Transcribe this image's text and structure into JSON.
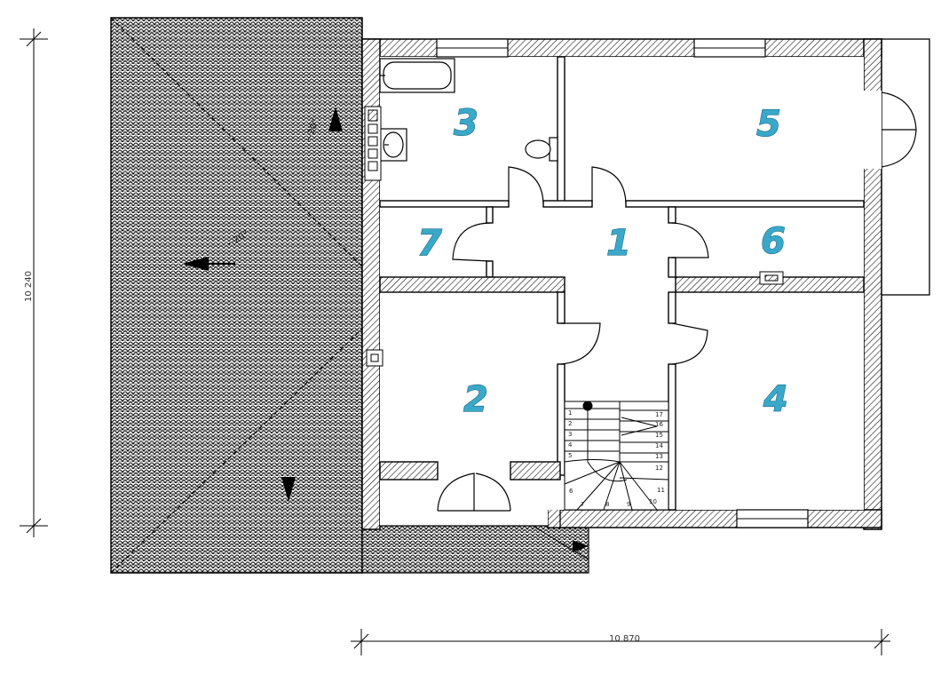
{
  "rooms": [
    {
      "number": "1"
    },
    {
      "number": "2"
    },
    {
      "number": "3"
    },
    {
      "number": "4"
    },
    {
      "number": "5"
    },
    {
      "number": "6"
    },
    {
      "number": "7"
    }
  ],
  "dimensions": {
    "height_label": "10 240",
    "width_label": "10 870"
  },
  "roof_labels": [
    "~20°",
    "~20°"
  ],
  "stair": {
    "left_steps": [
      "1",
      "2",
      "3",
      "4",
      "5"
    ],
    "turn_steps": [
      "6",
      "7",
      "8",
      "9",
      "10"
    ],
    "right_steps": [
      "11",
      "12",
      "13",
      "14",
      "15",
      "16",
      "17"
    ]
  },
  "colors": {
    "room_number_fill": "#3aa8c9",
    "room_number_stroke": "#1f6e88",
    "wall_line": "#000000"
  }
}
